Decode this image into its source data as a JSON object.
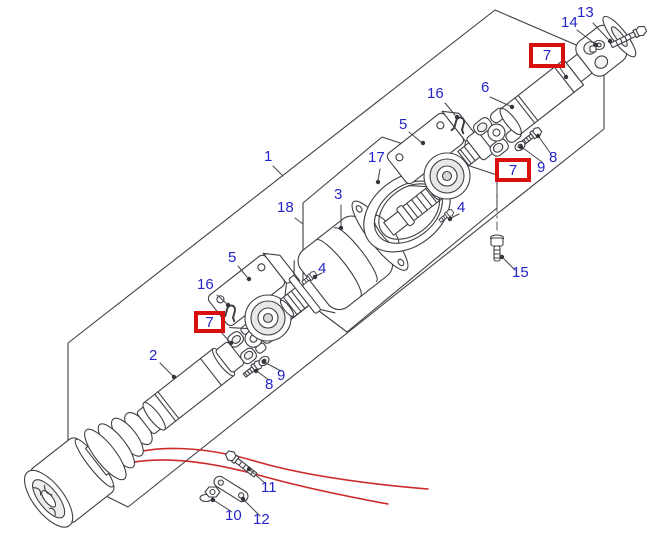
{
  "diagram": {
    "background": "#ffffff",
    "line_color": "#3f3f46",
    "label_color": "#2424c8",
    "highlight_color": "#d90f0f",
    "pointer_color": "#cc2a2a",
    "callouts": {
      "c1": "1",
      "c2": "2",
      "c3": "3",
      "c4a": "4",
      "c4b": "4",
      "c5a": "5",
      "c5b": "5",
      "c6": "6",
      "c7a": "7",
      "c7b": "7",
      "c7c": "7",
      "c8a": "8",
      "c8b": "8",
      "c9a": "9",
      "c9b": "9",
      "c10": "10",
      "c11": "11",
      "c12": "12",
      "c13": "13",
      "c14": "14",
      "c15": "15",
      "c16a": "16",
      "c16b": "16",
      "c17": "17",
      "c18": "18"
    }
  }
}
